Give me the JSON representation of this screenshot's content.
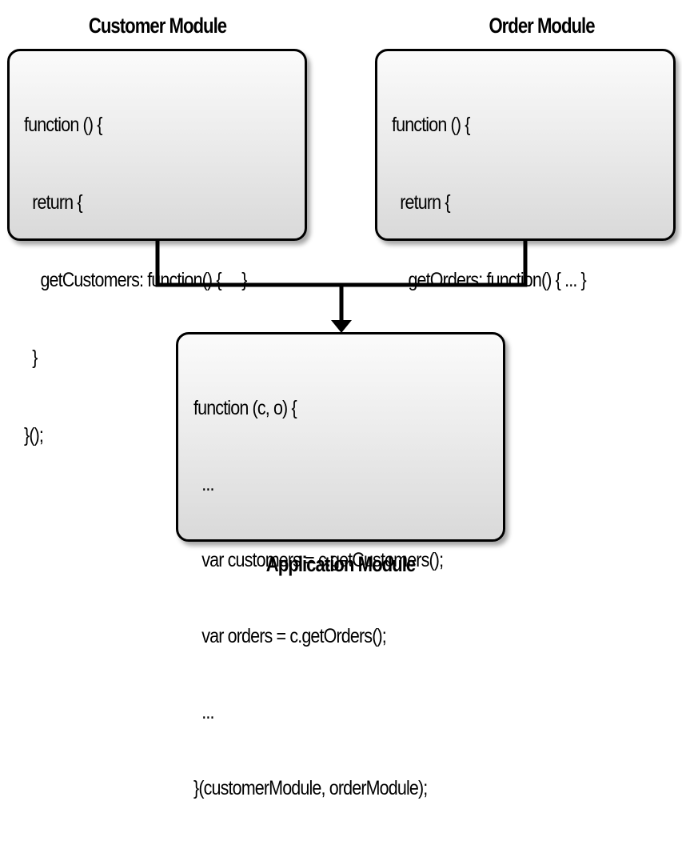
{
  "customer_module": {
    "title": "Customer Module",
    "code": [
      "function () {",
      "  return {",
      "    getCustomers: function() { ... }",
      "  }",
      "}();"
    ]
  },
  "order_module": {
    "title": "Order Module",
    "code": [
      "function () {",
      "  return {",
      "    getOrders: function() { ... }",
      "  }",
      "}();"
    ]
  },
  "application_module": {
    "title": "Application Module",
    "code": [
      "function (c, o) {",
      "  ...",
      "  var customers = c.getCustomers();",
      "  var orders = c.getOrders();",
      "  ...",
      "}(customerModule, orderModule);"
    ]
  }
}
